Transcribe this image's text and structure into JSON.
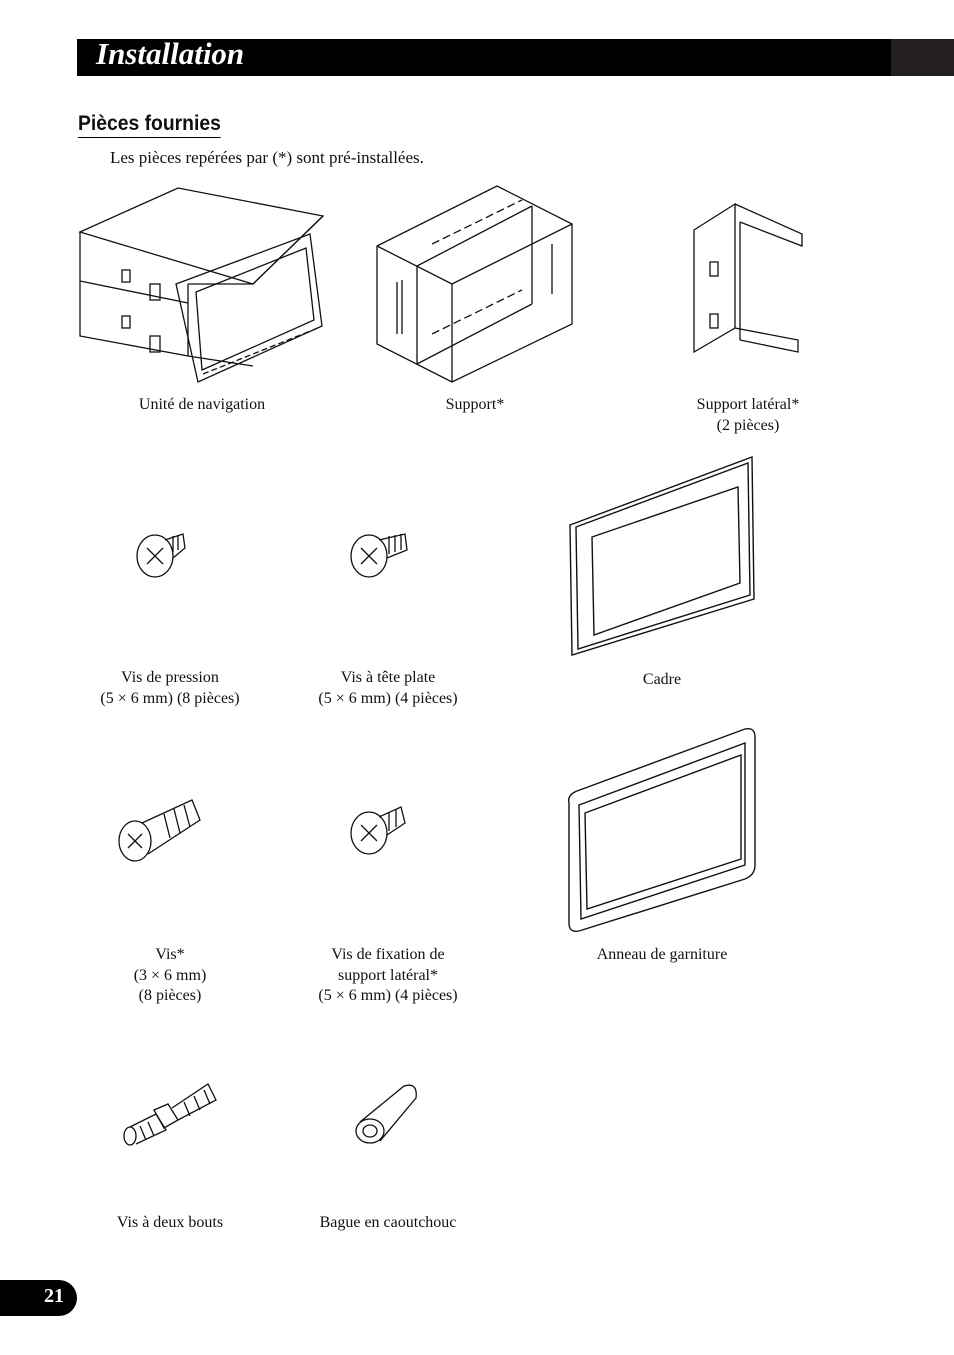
{
  "header": {
    "title": "Installation"
  },
  "section": {
    "heading": "Pièces fournies",
    "intro": "Les pièces repérées par (*) sont pré-installées."
  },
  "parts": [
    {
      "lines": [
        "Unité de navigation"
      ]
    },
    {
      "lines": [
        "Support*"
      ]
    },
    {
      "lines": [
        "Support latéral*",
        "(2 pièces)"
      ]
    },
    {
      "lines": [
        "Vis de pression",
        "(5 × 6 mm) (8 pièces)"
      ]
    },
    {
      "lines": [
        "Vis à tête plate",
        "(5 × 6 mm) (4 pièces)"
      ]
    },
    {
      "lines": [
        "Cadre"
      ]
    },
    {
      "lines": [
        "Vis*",
        "(3 × 6 mm)",
        "(8 pièces)"
      ]
    },
    {
      "lines": [
        "Vis de fixation de",
        "support latéral*",
        "(5 × 6 mm) (4 pièces)"
      ]
    },
    {
      "lines": [
        "Anneau de garniture"
      ]
    },
    {
      "lines": [
        "Vis à deux bouts"
      ]
    },
    {
      "lines": [
        "Bague en caoutchouc"
      ]
    }
  ],
  "page_number": "21"
}
